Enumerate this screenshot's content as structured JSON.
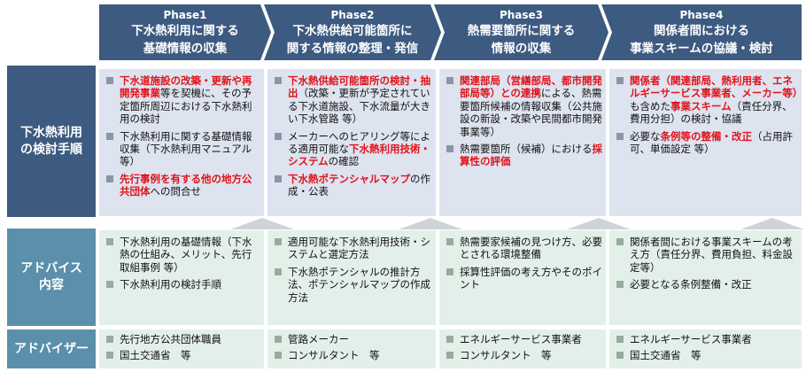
{
  "phases": [
    {
      "name": "Phase1",
      "title1": "下水熱利用に関する",
      "title2": "基礎情報の収集"
    },
    {
      "name": "Phase2",
      "title1": "下水熱供給可能箇所に",
      "title2": "関する情報の整理・発信"
    },
    {
      "name": "Phase3",
      "title1": "熱需要箇所に関する",
      "title2": "情報の収集"
    },
    {
      "name": "Phase4",
      "title1": "関係者間における",
      "title2": "事業スキームの協議・検討"
    }
  ],
  "rows": {
    "procedure": {
      "label1": "下水熱利用",
      "label2": "の検討手順"
    },
    "advice": {
      "label1": "アドバイス",
      "label2": "内容"
    },
    "advisor": {
      "label": "アドバイザー"
    }
  },
  "procedure": {
    "p1": {
      "i1": {
        "r1": "下水道施設の改築・更新や再開発事業",
        "n1": "等を契機に、その予定箇所周辺における下水熱利用の検討"
      },
      "i2": {
        "n1": "下水熱利用に関する基礎情報収集（下水熱利用マニュアル 等）"
      },
      "i3": {
        "r1": "先行事例を有する他の地方公共団体",
        "n1": "への問合せ"
      }
    },
    "p2": {
      "i1": {
        "r1": "下水熱供給可能箇所の検討・抽出",
        "n1": "（改築・更新が予定されている下水道施設、下水流量が大きい下水管路 等）"
      },
      "i2": {
        "n1": "メーカーへのヒアリング等による適用可能な",
        "r1": "下水熱利用技術・システム",
        "n2": "の確認"
      },
      "i3": {
        "r1": "下水熱ポテンシャルマップ",
        "n1": "の作成・公表"
      }
    },
    "p3": {
      "i1": {
        "r1": "関連部局（営繕部局、都市開発部局等）との連携",
        "n1": "による、熱需要箇所候補の情報収集（公共施設の新設・改築や民間都市開発事業等）"
      },
      "i2": {
        "n1": "熱需要箇所（候補）における",
        "r1": "採算性の評価"
      }
    },
    "p4": {
      "i1": {
        "r1": "関係者（関連部局、熱利用者、エネルギーサービス事業者、メーカー等）",
        "n1": "も含めた",
        "r2": "事業スキーム",
        "n2": "（責任分界、費用分担）の検討・協議"
      },
      "i2": {
        "n1": "必要な",
        "r1": "条例等の整備・改正",
        "n2": "（占用許可、単価設定 等）"
      }
    }
  },
  "advice": {
    "p1": [
      "下水熱利用の基礎情報（下水熱の仕組み、メリット、先行取組事例 等）",
      "下水熱利用の検討手順"
    ],
    "p2": [
      "適用可能な下水熱利用技術・システムと選定方法",
      "下水熱ポテンシャルの推計方法、ポテンシャルマップの作成方法"
    ],
    "p3": [
      "熱需要家候補の見つけ方、必要とされる環境整備",
      "採算性評価の考え方やそのポイント"
    ],
    "p4": [
      "関係者間における事業スキームの考え方（責任分界、費用負担、料金設定等）",
      "必要となる条例整備・改正"
    ]
  },
  "advisors": {
    "p1": [
      "先行地方公共団体職員",
      "国土交通省　等"
    ],
    "p2": [
      "管路メーカー",
      "コンサルタント　等"
    ],
    "p3": [
      "エネルギーサービス事業者",
      "コンサルタント　等"
    ],
    "p4": [
      "エネルギーサービス事業者",
      "国土交通省　等"
    ]
  },
  "colors": {
    "phase": "#3d5a80",
    "procedure_bg": "#dde3ef",
    "advice_bg": "#e3f0ea",
    "highlight": "#e0131b"
  }
}
